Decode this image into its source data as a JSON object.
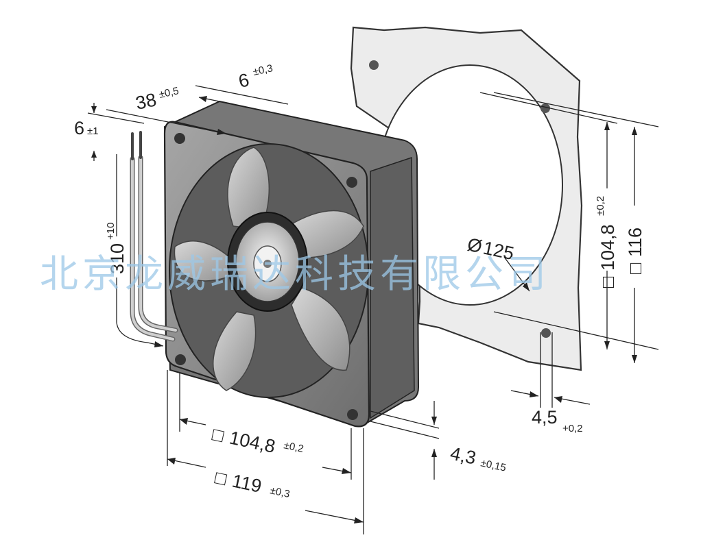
{
  "dimensions": {
    "depth": {
      "value": "38",
      "tol": "±0,5"
    },
    "flange": {
      "value": "6",
      "tol": "±0,3"
    },
    "lead_strip": {
      "value": "6",
      "tol": "±1"
    },
    "lead_length": {
      "value": "310",
      "tol": "+10"
    },
    "diameter": {
      "symbol": "Ø",
      "value": "125"
    },
    "hole_spacing_bottom": {
      "symbol": "□",
      "value": "104,8",
      "tol": "±0,2"
    },
    "frame_size_bottom": {
      "symbol": "□",
      "value": "119",
      "tol": "±0,3"
    },
    "hole_dia_side": {
      "value": "4,3",
      "tol": "±0,15"
    },
    "hole_spacing_right": {
      "symbol": "□",
      "value": "104,8",
      "tol": "±0,2"
    },
    "cutout_right": {
      "symbol": "□",
      "value": "116"
    },
    "hole_dia_plate": {
      "value": "4,5",
      "tol": "+0,2"
    }
  },
  "watermark": "北京龙威瑞达科技有限公司",
  "colors": {
    "frame": "#8d8d8d",
    "frame_dark": "#555555",
    "blade": "#b9b9b9",
    "plate": "#eeeeee"
  }
}
